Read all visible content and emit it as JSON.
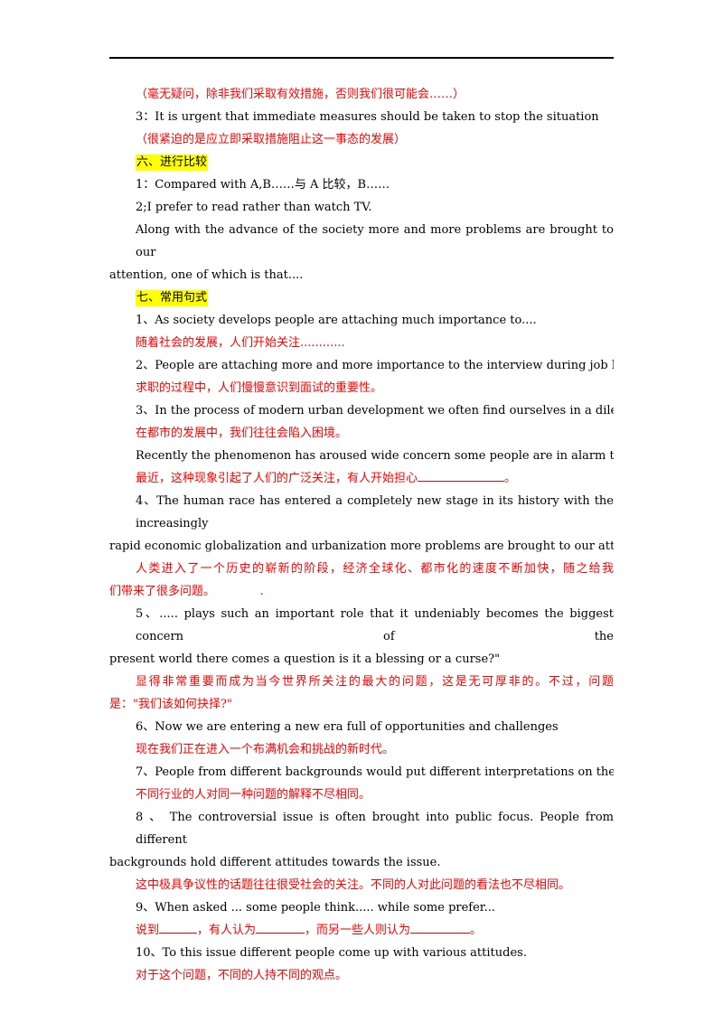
{
  "lines": {
    "l1": "（毫无疑问，除非我们采取有效措施，否则我们很可能会……）",
    "l2": "3：It is urgent that immediate measures should be taken to stop the situation",
    "l3": "（很紧迫的是应立即采取措施阻止这一事态的发展）",
    "h6": "六、进行比较",
    "l4": "1：Compared with A,B……与 A 比较，B……",
    "l5": "2;I prefer to read rather than watch TV.",
    "l6a": "Along with the advance of the society more and more problems are brought to our",
    "l6b": "attention, one of which is that....",
    "h7": "七、常用句式",
    "l7": " 1、As society develops people are attaching much importance to....",
    "l8": "随着社会的发展，人们开始关注............",
    "l9": "2、People are attaching more and more importance to the interview during job hunting",
    "l10": "求职的过程中，人们慢慢意识到面试的重要性。",
    "l11": "3、In the process of modern urban development we often find ourselves in a dilemma.",
    "l12": "在都市的发展中，我们往往会陷入困境。",
    "l13": "Recently the phenomenon has aroused wide concern some people are in alarm that....",
    "l14a": "最近，这种现象引起了人们的广泛关注，有人开始担心",
    "l14b": "。",
    "l15a": "4、The human race has entered a completely new stage in its history with the increasingly",
    "l15b": "rapid economic globalization and urbanization more problems are brought to our attention.",
    "l16a": "人类进入了一个历史的崭新的阶段，经济全球化、都市化的速度不断加快，随之给我",
    "l16b": "们带来了很多问题。            .",
    "l17a": "5、..... plays such an important role that it undeniably becomes the biggest concern of the",
    "l17b": "present world there comes a question is it a blessing or a curse?\"",
    "l18a": "显得非常重要而成为当今世界所关注的最大的问题，这是无可厚非的。不过，问题",
    "l18b": "是：\"我们该如何抉择?\"",
    "l19": "6、Now we are entering a new era full of opportunities and challenges",
    "l20": "现在我们正在进入一个布满机会和挑战的新时代。",
    "l21": "7、People from different backgrounds would put different interpretations on the same case.",
    "l22": "不同行业的人对同一种问题的解释不尽相同。",
    "l23a": "8 、 The controversial issue is often brought into public focus. People from different",
    "l23b": "backgrounds hold different attitudes towards the issue.",
    "l24": "这中极具争议性的话题往往很受社会的关注。不同的人对此问题的看法也不尽相同。",
    "l25": "9、When asked ... some people think..... while some prefer...",
    "l26a": "说到",
    "l26b": "，有人认为",
    "l26c": "，而另一些人则认为",
    "l26d": "。",
    "l27": "10、To this issue different people come up with various attitudes.",
    "l28": "对于这个问题，不同的人持不同的观点。"
  },
  "colors": {
    "translation": "#ff0000",
    "heading_highlight": "#ffff00"
  }
}
